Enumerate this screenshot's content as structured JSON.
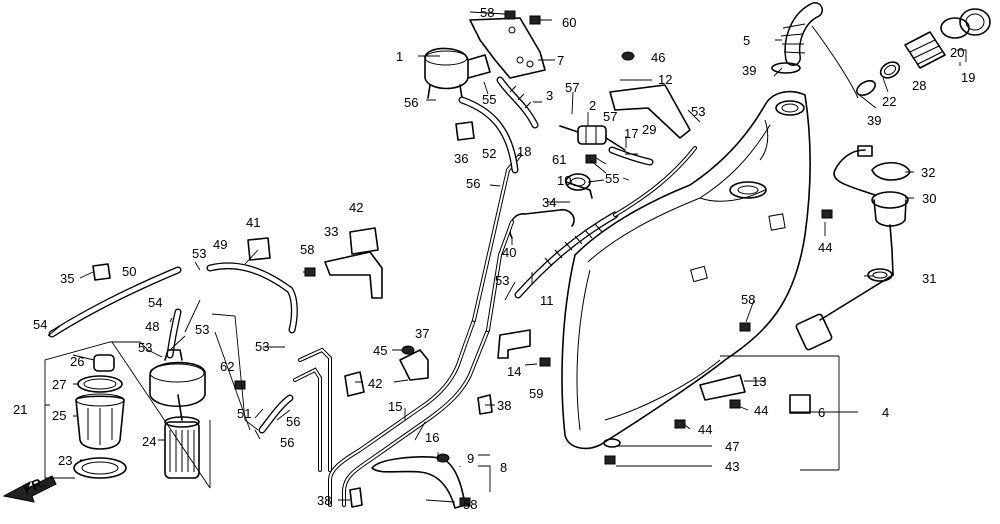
{
  "diagram": {
    "front_marker": "FR.",
    "callouts": [
      "1",
      "2",
      "3",
      "4",
      "5",
      "6",
      "7",
      "8",
      "9",
      "10",
      "11",
      "12",
      "13",
      "14",
      "15",
      "16",
      "17",
      "18",
      "19",
      "20",
      "21",
      "22",
      "23",
      "24",
      "25",
      "26",
      "27",
      "28",
      "29",
      "30",
      "31",
      "32",
      "33",
      "34",
      "35",
      "36",
      "37",
      "38",
      "39",
      "40",
      "41",
      "42",
      "43",
      "44",
      "45",
      "46",
      "47",
      "48",
      "49",
      "50",
      "51",
      "52",
      "53",
      "54",
      "55",
      "56",
      "57",
      "58",
      "59",
      "60",
      "61",
      "62"
    ]
  }
}
